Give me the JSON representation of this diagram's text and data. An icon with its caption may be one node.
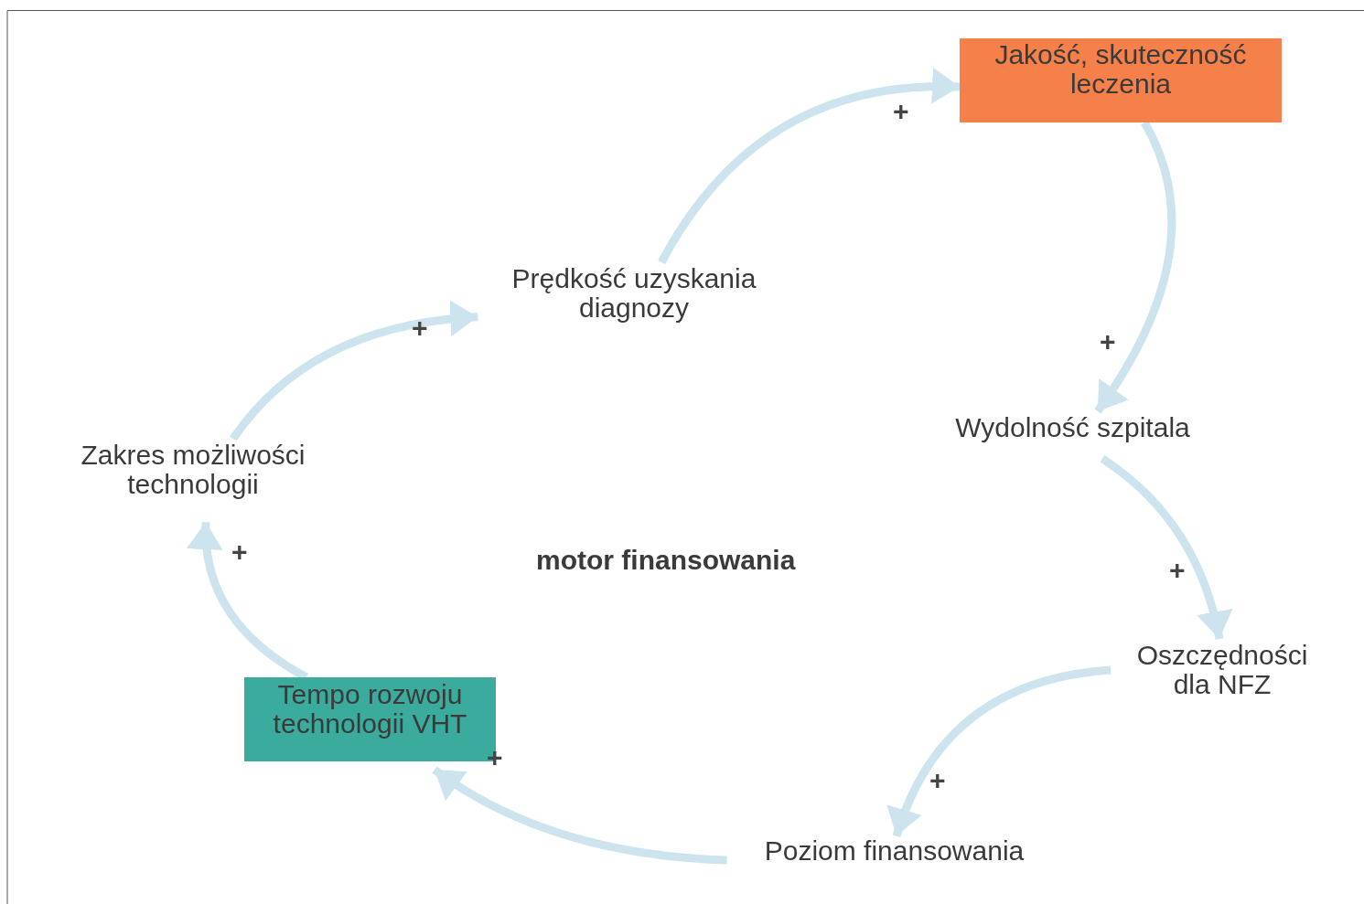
{
  "diagram": {
    "nodes": [
      {
        "text": [
          "Jakość, skuteczność leczenia"
        ]
      },
      {
        "text": [
          "Wydolność szpitala"
        ]
      },
      {
        "text": [
          "Oszczędności dla NFZ"
        ]
      },
      {
        "text": [
          "Poziom finansowania"
        ]
      },
      {
        "text": [
          "Tempo rozwoju technologii VHT"
        ]
      },
      {
        "text": [
          "Zakres możliwości technologii"
        ]
      },
      {
        "text": [
          "Prędkość uzyskania diagnozy"
        ]
      }
    ],
    "edges": [
      {
        "from": 6,
        "to": 0,
        "arrow": "to",
        "label": "+"
      },
      {
        "from": 0,
        "to": 1,
        "arrow": "to",
        "label": "+"
      },
      {
        "from": 1,
        "to": 2,
        "arrow": "to",
        "label": "+"
      },
      {
        "from": 2,
        "to": 3,
        "arrow": "to",
        "label": "+"
      },
      {
        "from": 3,
        "to": 4,
        "arrow": "to",
        "label": "+"
      },
      {
        "from": 4,
        "to": 5,
        "arrow": "to",
        "label": "+"
      },
      {
        "from": 5,
        "to": 6,
        "arrow": "to",
        "label": "+"
      }
    ],
    "labels": [
      "motor finansowania"
    ]
  }
}
